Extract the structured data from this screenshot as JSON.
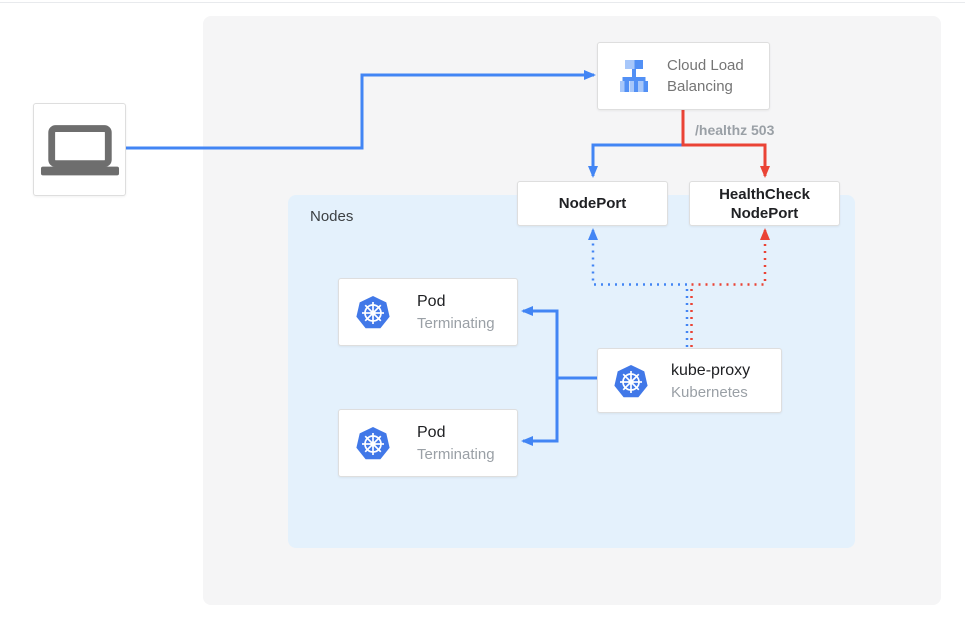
{
  "colors": {
    "blue": "#4285F4",
    "red": "#EA4335",
    "k8s_blue": "#4178E8",
    "canvas_gray": "#F5F5F6",
    "nodes_bg": "#E4F1FC",
    "card_border": "#DEDEDE",
    "laptop_gray": "#6E6E6E",
    "clb_light": "#A7C7FA",
    "clb_mid": "#5290F5",
    "text_dark": "#202124",
    "text_gray": "#757575",
    "subtle_gray": "#9AA0A6",
    "nodes_label": "#3C4043"
  },
  "load_balancer": {
    "label": "Cloud Load Balancing",
    "icon": "cloud-load-balancing-icon"
  },
  "healthz_label": "/healthz 503",
  "nodeport": {
    "label": "NodePort"
  },
  "healthcheck_nodeport": {
    "line1": "HealthCheck",
    "line2": "NodePort"
  },
  "nodes_group": {
    "label": "Nodes"
  },
  "pods": [
    {
      "title": "Pod",
      "status": "Terminating",
      "icon": "kubernetes-icon"
    },
    {
      "title": "Pod",
      "status": "Terminating",
      "icon": "kubernetes-icon"
    }
  ],
  "kube_proxy": {
    "title": "kube-proxy",
    "subtitle": "Kubernetes",
    "icon": "kubernetes-icon"
  },
  "client": {
    "icon": "laptop-icon"
  },
  "connections": [
    {
      "from": "client",
      "to": "cloud-load-balancing",
      "color": "blue",
      "style": "solid"
    },
    {
      "from": "cloud-load-balancing",
      "to": "nodeport",
      "color": "blue",
      "style": "solid"
    },
    {
      "from": "cloud-load-balancing",
      "to": "healthcheck-nodeport",
      "color": "red",
      "style": "solid",
      "label": "/healthz 503"
    },
    {
      "from": "kube-proxy",
      "to": "nodeport",
      "color": "blue",
      "style": "dotted"
    },
    {
      "from": "kube-proxy",
      "to": "healthcheck-nodeport",
      "color": "red",
      "style": "dotted"
    },
    {
      "from": "kube-proxy",
      "to": "pod-1",
      "color": "blue",
      "style": "solid"
    },
    {
      "from": "kube-proxy",
      "to": "pod-2",
      "color": "blue",
      "style": "solid"
    }
  ]
}
